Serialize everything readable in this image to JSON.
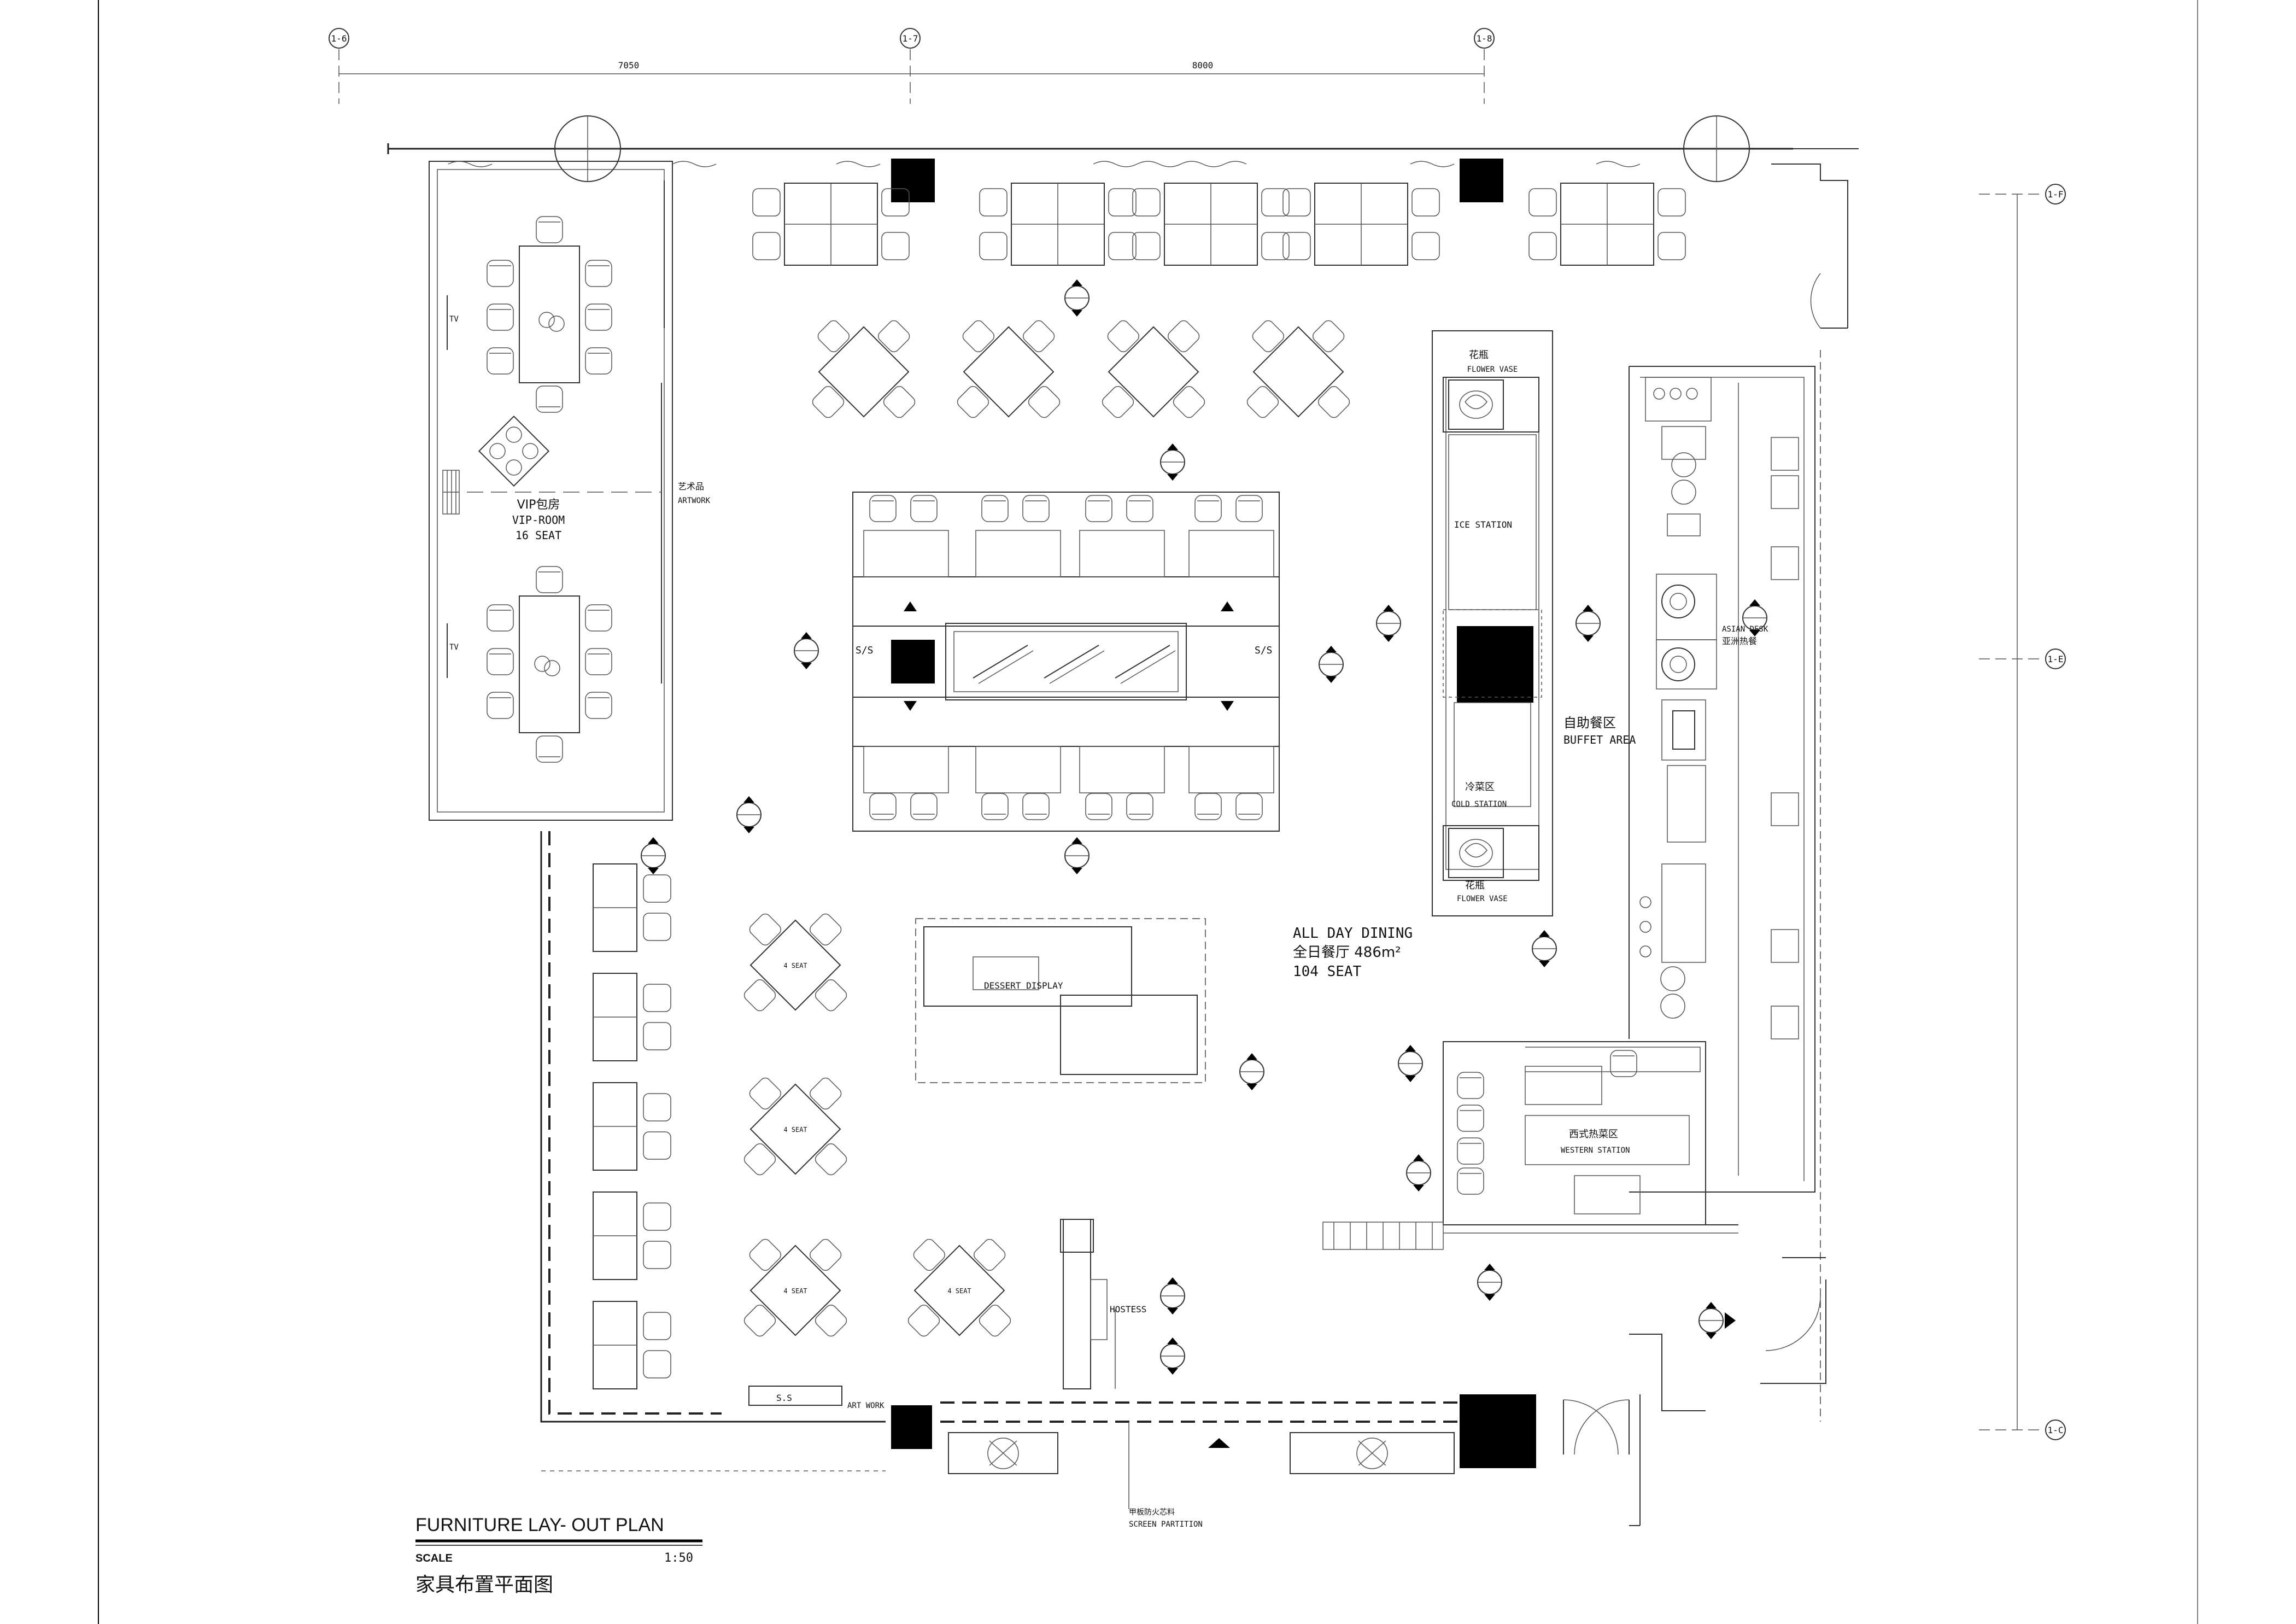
{
  "grid": {
    "top": [
      "1-6",
      "1-7",
      "1-8"
    ],
    "right": [
      "1-F",
      "1-E",
      "1-C"
    ],
    "dims": [
      "7050",
      "8000"
    ]
  },
  "rooms": {
    "vip_cn": "VIP包房",
    "vip_en": "VIP-ROOM",
    "vip_seats": "16 SEAT",
    "tv": "TV",
    "artwork_cn": "艺术品",
    "artwork_en": "ARTWORK",
    "main_en": "ALL DAY DINING",
    "main_cn": "全日餐厅 486m²",
    "main_seats": "104 SEAT"
  },
  "buffet": {
    "vase_cn": "花瓶",
    "vase_en": "FLOWER VASE",
    "ice": "ICE STATION",
    "cold_cn": "冷菜区",
    "cold_en": "COLD STATION",
    "area_cn": "自助餐区",
    "area_en": "BUFFET AREA"
  },
  "kitchen": {
    "asian_en": "ASIAN DESK",
    "asian_cn": "亚洲热餐",
    "western_cn": "西式热菜区",
    "western_en": "WESTERN STATION"
  },
  "misc": {
    "ss": "S/S",
    "ss2": "S.S",
    "dessert": "DESSERT  DISPLAY",
    "hostess": "HOSTESS",
    "art_work": "ART WORK",
    "partition_cn": "甲板防火芯料",
    "partition_en": "SCREEN PARTITION",
    "four_seat": "4 SEAT"
  },
  "title_block": {
    "title": "FURNITURE LAY- OUT  PLAN",
    "scale_label": "SCALE",
    "scale_value": "1:50",
    "title_cn": "家具布置平面图"
  },
  "symbols": {
    "marker_icon": "section-marker",
    "flower_vase_icon": "flower-vase",
    "column_icon": "structural-column",
    "arrow_icon": "entry-arrow"
  }
}
